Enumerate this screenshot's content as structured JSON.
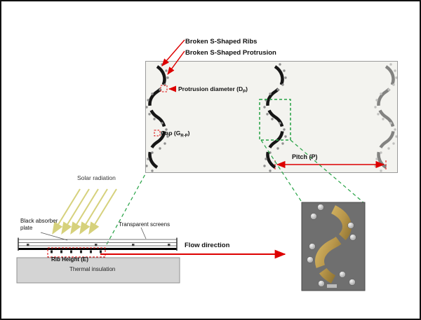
{
  "figure": {
    "panel": {
      "ribs_label": "Broken S-Shaped Ribs",
      "protrusion_label": "Broken S-Shaped Protrusion",
      "diameter_pre": "Protrusion diameter (D",
      "diameter_sub": "P",
      "diameter_post": ")",
      "gap_pre": "Gap (G",
      "gap_sub": "R-P",
      "gap_post": ")",
      "pitch_label": "Pitch (P)"
    },
    "collector": {
      "solar_label": "Solar radiation",
      "absorber_line1": "Black absorber",
      "absorber_line2": "plate",
      "screens_label": "Transparent screens",
      "rib_height_label": "Rib Height (E)",
      "insulation_label": "Thermal insulation",
      "flow_label": "Flow direction"
    },
    "colors": {
      "annotation_red": "#dd0000",
      "magnify_green": "#25a244",
      "rib_black": "#161616",
      "solar_yellow": "#d6d17c",
      "inset_gold": "#b8964a",
      "inset_background": "#6f6f6f",
      "panel_background": "#f3f3ef",
      "insulation_gray": "#d4d4d4"
    }
  }
}
